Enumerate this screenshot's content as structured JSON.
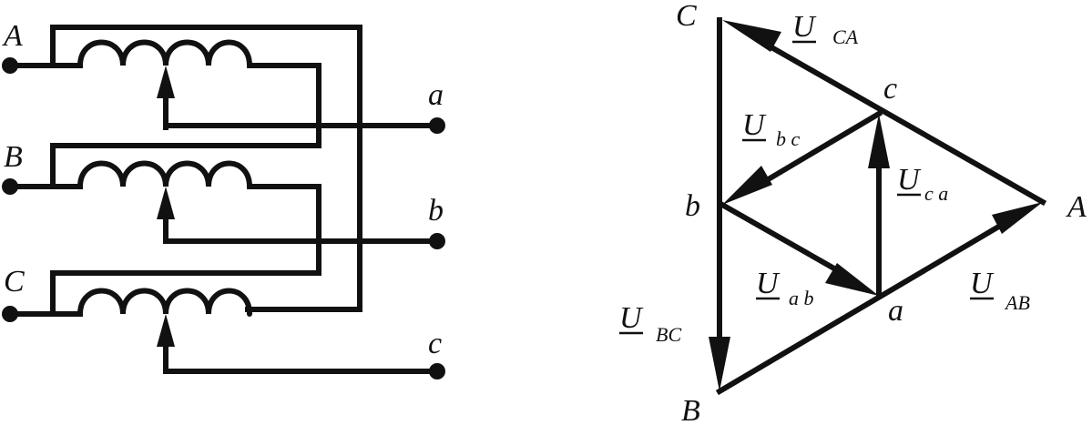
{
  "schematic": {
    "phases": [
      {
        "input": "A",
        "output": "a"
      },
      {
        "input": "B",
        "output": "b"
      },
      {
        "input": "C",
        "output": "c"
      }
    ]
  },
  "phasor": {
    "vertices": {
      "A": "A",
      "B": "B",
      "C": "C",
      "a": "a",
      "b": "b",
      "c": "c"
    },
    "vectors": [
      {
        "id": "UCA",
        "main": "U",
        "sub": "CA"
      },
      {
        "id": "UAB",
        "main": "U",
        "sub": "AB"
      },
      {
        "id": "UBC",
        "main": "U",
        "sub": "BC"
      },
      {
        "id": "Ubc",
        "main": "U",
        "sub": "b c"
      },
      {
        "id": "Uca",
        "main": "U",
        "sub": "c a"
      },
      {
        "id": "Uab",
        "main": "U",
        "sub": "a b"
      }
    ]
  }
}
